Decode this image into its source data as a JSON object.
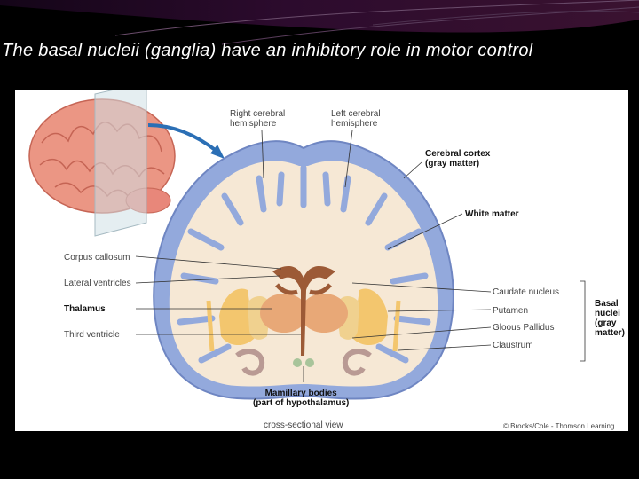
{
  "slide": {
    "title": "The basal nucleii (ganglia) have an inhibitory role in motor control"
  },
  "figure": {
    "labels": {
      "right_hemisphere_1": "Right cerebral",
      "right_hemisphere_2": "hemisphere",
      "left_hemisphere_1": "Left cerebral",
      "left_hemisphere_2": "hemisphere",
      "cortex_1": "Cerebral cortex",
      "cortex_2": "(gray matter)",
      "white_matter": "White matter",
      "corpus_callosum": "Corpus callosum",
      "lateral_ventricles": "Lateral ventricles",
      "thalamus": "Thalamus",
      "third_ventricle": "Third ventricle",
      "caudate": "Caudate nucleus",
      "putamen": "Putamen",
      "globus": "Gloous Pallidus",
      "claustrum": "Claustrum",
      "basal_1": "Basal",
      "basal_2": "nuclei",
      "basal_3": "(gray",
      "basal_4": "matter)",
      "mamillary_1": "Mamillary bodies",
      "mamillary_2": "(part of hypothalamus)",
      "view": "cross-sectional view",
      "credit": "© Brooks/Cole - Thomson Learning"
    }
  },
  "colors": {
    "background": "#000000",
    "cortex_gray": "#93a9dc",
    "white_matter": "#f6e8d5",
    "basal_nuclei": "#f3c66e",
    "thalamus": "#e8a877",
    "ventricles": "#9c5a36"
  }
}
